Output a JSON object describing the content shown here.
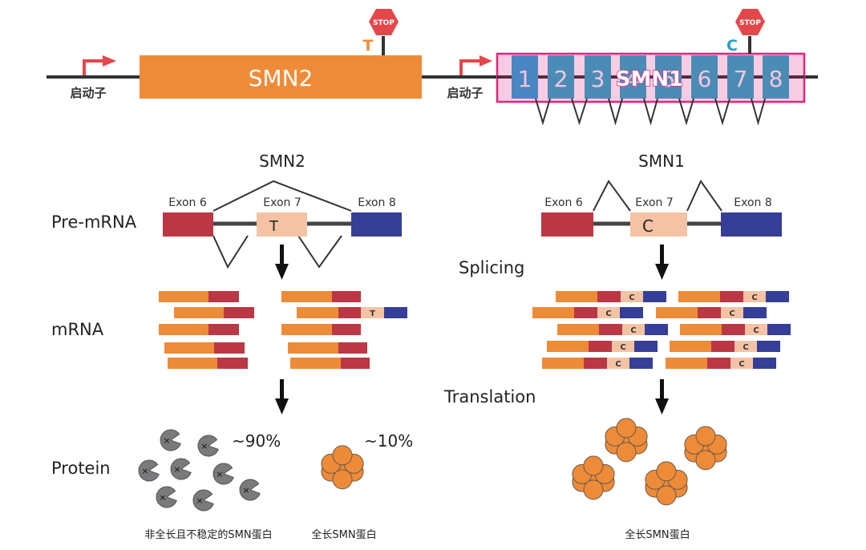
{
  "colors": {
    "smn2_gene": "#ee8b38",
    "stop": "#e4474b",
    "promoter_arrow": "#e4474b",
    "t_base": "#ee8b38",
    "c_base": "#1fa3c4",
    "smn1_box_border": "#e0267f",
    "smn1_box_fill": "#f8cde3",
    "exon_block": "#4b8cb6",
    "exon_block_first": "#4a86c1",
    "exon_number": "#f3c6dc",
    "exon6": "#bb3744",
    "exon7": "#f4c3a5",
    "exon8": "#353f97",
    "mrna_5prime": "#ee8b38",
    "truncated_protein": "#7a7a7d",
    "full_protein": "#ee8b38",
    "line": "#333333"
  },
  "top": {
    "smn2": {
      "promoter_label": "启动子",
      "gene_label": "SMN2",
      "base": "T",
      "stop_label": "STOP"
    },
    "smn1": {
      "promoter_label": "启动子",
      "gene_label": "SMN1",
      "exon_numbers": [
        "1",
        "2",
        "3",
        "4",
        "5",
        "6",
        "7",
        "8"
      ],
      "base": "C",
      "stop_label": "STOP"
    }
  },
  "row_labels": {
    "pre_mrna": "Pre-mRNA",
    "splicing": "Splicing",
    "mrna": "mRNA",
    "translation": "Translation",
    "protein": "Protein"
  },
  "smn2_panel": {
    "title": "SMN2",
    "exon_labels": [
      "Exon 6",
      "Exon 7",
      "Exon 8"
    ],
    "exon7_base": "T",
    "mrna_rows": [
      {
        "left": {
          "skip": true
        },
        "right": {
          "skip": true
        }
      },
      {
        "left": {
          "skip": true
        },
        "right": {
          "skip": false,
          "base": "T"
        }
      },
      {
        "left": {
          "skip": true
        },
        "right": {
          "skip": true
        }
      },
      {
        "left": {
          "skip": true
        },
        "right": {
          "skip": true
        }
      },
      {
        "left": {
          "skip": true
        },
        "right": {
          "skip": true
        }
      }
    ],
    "truncated_percent": "~90%",
    "full_percent": "~10%",
    "truncated_caption": "非全长且不稳定的SMN蛋白",
    "full_caption": "全长SMN蛋白"
  },
  "smn1_panel": {
    "title": "SMN1",
    "exon_labels": [
      "Exon 6",
      "Exon 7",
      "Exon 8"
    ],
    "exon7_base": "C",
    "mrna_base": "C",
    "full_caption": "全长SMN蛋白"
  }
}
